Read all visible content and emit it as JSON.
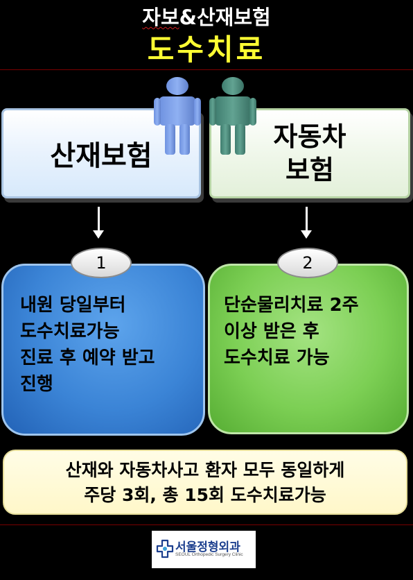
{
  "header": {
    "title_part1": "자보",
    "title_part2": "&산재보험",
    "subtitle": "도수치료"
  },
  "boxes": {
    "left_title": "산재보험",
    "right_title_line1": "자동차",
    "right_title_line2": "보험"
  },
  "steps": [
    {
      "number": "1",
      "lines": [
        "내원 당일부터",
        "도수치료가능",
        "진료 후 예약 받고",
        "진행"
      ]
    },
    {
      "number": "2",
      "lines": [
        "단순물리치료 2주",
        "이상 받은 후",
        "도수치료 가능"
      ]
    }
  ],
  "note": {
    "line1": "산재와 자동차사고 환자 모두 동일하게",
    "line2": "주당 3회, 총 15회 도수치료가능"
  },
  "logo": {
    "name": "서울정형외과",
    "subtitle": "SEOUL Orthopedic Surgery Clinic"
  },
  "icons": {
    "left_person": "person-icon",
    "right_person": "person-icon",
    "logo_mark": "medical-cross-icon"
  },
  "colors": {
    "title_yellow": "#ffff33",
    "person_blue": "#7c9fe8",
    "person_teal": "#4f8f80",
    "step_blue": "#3b84d6",
    "step_green": "#7ccf54",
    "note_bg": "#fff7c9",
    "logo_blue": "#1c3f8e"
  }
}
